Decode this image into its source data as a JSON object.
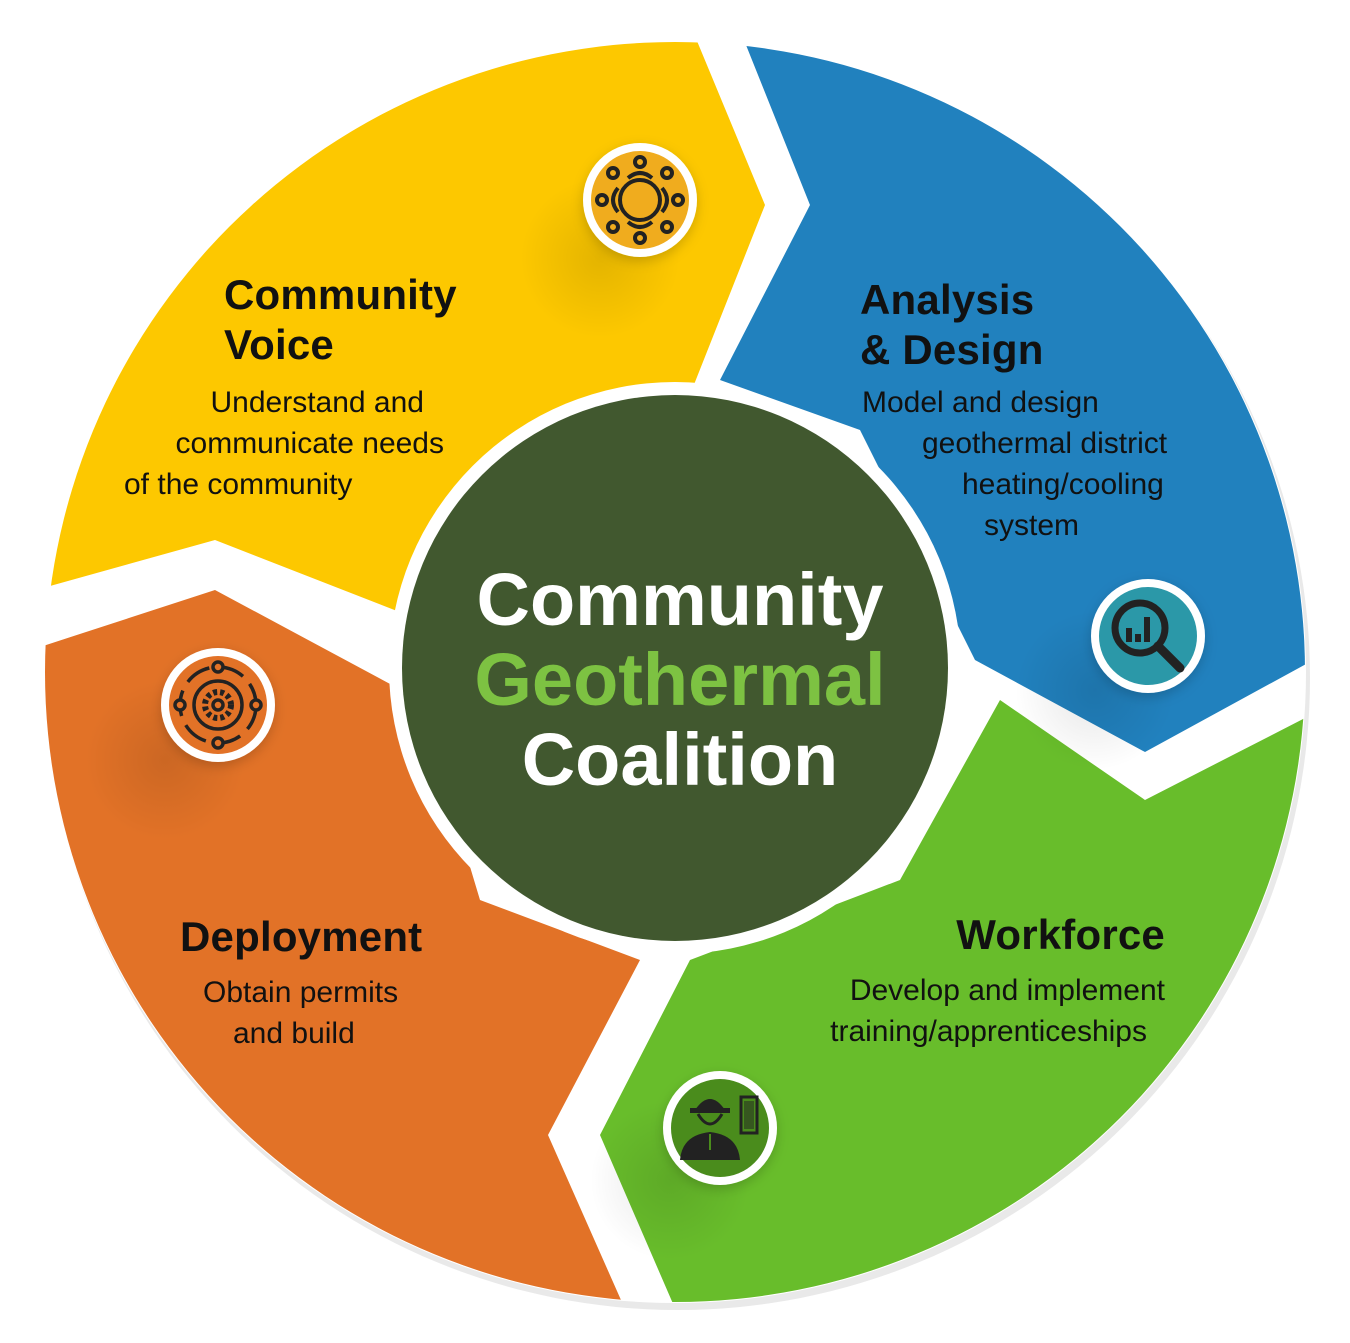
{
  "center": {
    "line1": "Community",
    "line2": "Geothermal",
    "line3": "Coalition",
    "bg_color": "#41582f",
    "line1_color": "#ffffff",
    "line2_color": "#7dc242",
    "line3_color": "#ffffff"
  },
  "segments": [
    {
      "id": "community-voice",
      "title_lines": [
        "Community",
        "Voice"
      ],
      "desc_lines": [
        "Understand and",
        "communicate needs",
        "of the community"
      ],
      "color": "#fdc800",
      "icon": "round-table-people-icon",
      "icon_bg": "#f0ac1e"
    },
    {
      "id": "analysis-design",
      "title_lines": [
        "Analysis",
        "& Design"
      ],
      "desc_lines": [
        "Model and design",
        "geothermal district",
        "heating/cooling",
        "system"
      ],
      "color": "#2181be",
      "icon": "magnifier-bar-chart-icon",
      "icon_bg": "#2b98a8"
    },
    {
      "id": "workforce",
      "title_lines": [
        "Workforce"
      ],
      "desc_lines": [
        "Develop and implement",
        "training/apprenticeships"
      ],
      "color": "#68bd2b",
      "icon": "hardhat-worker-building-icon",
      "icon_bg": "#4a8c1c"
    },
    {
      "id": "deployment",
      "title_lines": [
        "Deployment"
      ],
      "desc_lines": [
        "Obtain permits",
        "and build"
      ],
      "color": "#e27227",
      "icon": "gear-orbit-icon",
      "icon_bg": "#e27227"
    }
  ]
}
